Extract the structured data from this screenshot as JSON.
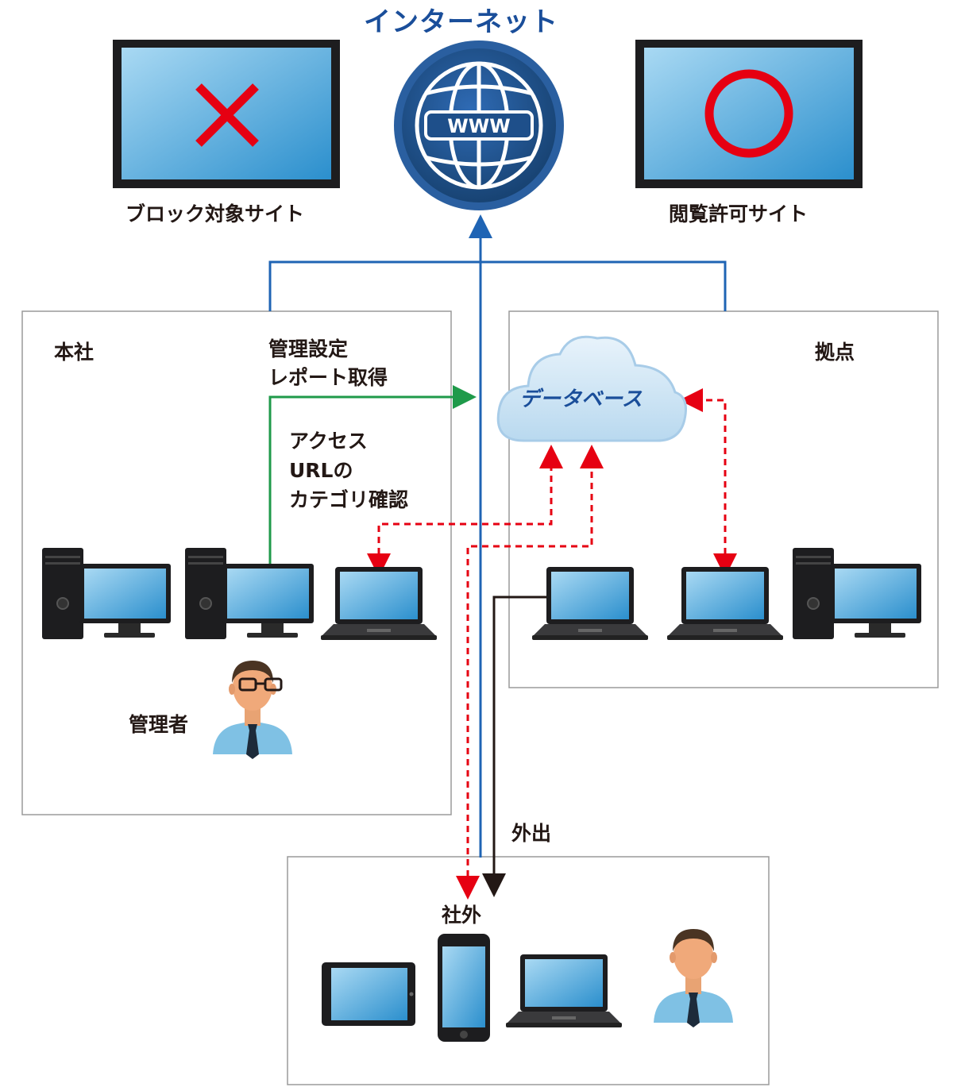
{
  "title": "インターネット",
  "sites": {
    "blocked_label": "ブロック対象サイト",
    "allowed_label": "閲覧許可サイト"
  },
  "globe_text": "WWW",
  "hq": {
    "label": "本社",
    "admin_settings": [
      "管理設定",
      "レポート取得"
    ],
    "access_check": [
      "アクセス",
      "URLの",
      "カテゴリ確認"
    ],
    "admin_label": "管理者"
  },
  "branch": {
    "label": "拠点"
  },
  "database": {
    "label": "データベース"
  },
  "outside": {
    "label": "社外",
    "out_label": "外出"
  },
  "colors": {
    "title_blue": "#1a4e9a",
    "line_blue": "#1f64b4",
    "line_green": "#1f9a4a",
    "line_red_dashed": "#e60012",
    "line_dark": "#231815",
    "box_border": "#9a9a9a",
    "screen_blue": "#3ea0d8",
    "mark_red": "#e60012"
  },
  "icons": [
    "globe-www-icon",
    "blocked-x-icon",
    "allowed-circle-icon",
    "cloud-icon",
    "desktop-pc-icon",
    "laptop-icon",
    "tablet-icon",
    "smartphone-icon",
    "person-icon"
  ]
}
